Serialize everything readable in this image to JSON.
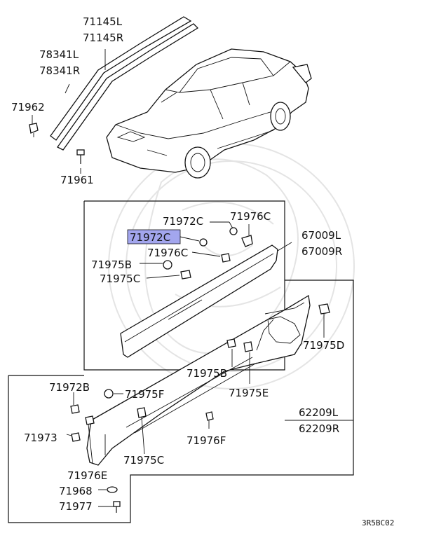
{
  "labels": {
    "l71145L": "71145L",
    "l71145R": "71145R",
    "l78341L": "78341L",
    "l78341R": "78341R",
    "l71962": "71962",
    "l71961": "71961",
    "l71972C_a": "71972C",
    "l71976C_a": "71976C",
    "l71972C_hl": "71972C",
    "l71976C_b": "71976C",
    "l67009L": "67009L",
    "l67009R": "67009R",
    "l71975B_a": "71975B",
    "l71975C_a": "71975C",
    "l71975D": "71975D",
    "l71975B_b": "71975B",
    "l71975E_a": "71975E",
    "l71972B": "71972B",
    "l71975F": "71975F",
    "l62209L": "62209L",
    "l62209R": "62209R",
    "l71973": "71973",
    "l71976F": "71976F",
    "l71975C_b": "71975C",
    "l71976E": "71976E",
    "l71968": "71968",
    "l71977": "71977"
  },
  "highlight_color": "#a3a6ee",
  "diagram_code": "3R5BC02"
}
